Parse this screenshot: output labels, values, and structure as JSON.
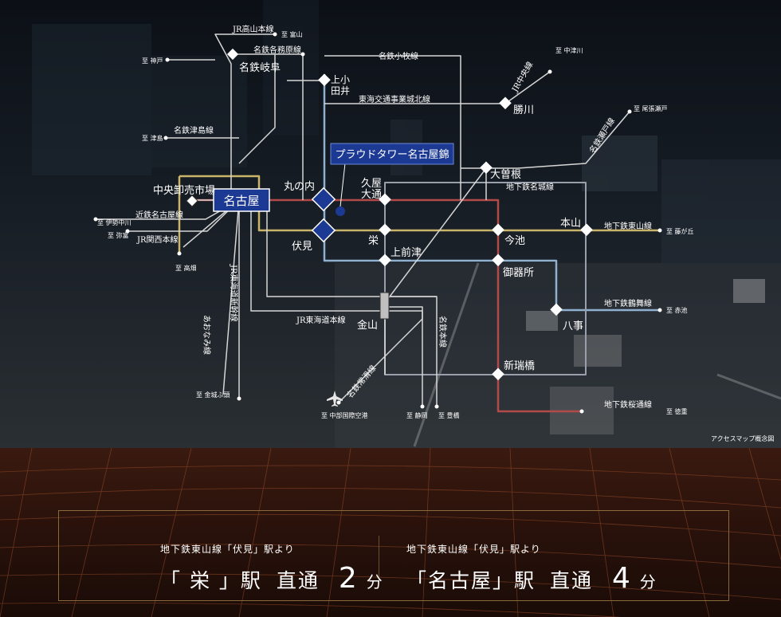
{
  "map": {
    "stations_major": [
      "名古屋",
      "丸の内",
      "伏見",
      "金山"
    ],
    "stations": [
      "中央卸売市場",
      "久屋大通",
      "栄",
      "上前津",
      "今池",
      "本山",
      "御器所",
      "八事",
      "新瑞橋",
      "大曽根",
      "勝川",
      "上小田井",
      "名鉄岐阜"
    ],
    "station_labels": {
      "chuo": "中央卸売市場",
      "nagoya": "名古屋",
      "marunouchi": "丸の内",
      "fushimi": "伏見",
      "hisaya_1": "久屋",
      "hisaya_2": "大通",
      "sakae": "栄",
      "kamimaezu": "上前津",
      "kanayama": "金山",
      "ozone": "大曽根",
      "imaike": "今池",
      "motoyama": "本山",
      "gokiso": "御器所",
      "yagoto": "八事",
      "aratama": "新瑞橋",
      "kachigawa": "勝川",
      "kamiotai_1": "上小",
      "kamiotai_2": "田井",
      "gifu": "名鉄岐阜"
    },
    "line_labels": {
      "jr_takayama": "JR高山本線",
      "meitetsu_kakamigahara": "名鉄各務原線",
      "meitetsu_komaki": "名鉄小牧線",
      "jr_chuo": "JR中央線",
      "kotsu_johoku": "東海交通事業城北線",
      "meitetsu_tsushima": "名鉄津島線",
      "meitetsu_seto": "名鉄瀬戸線",
      "subway_meijo": "地下鉄名城線",
      "kintetsu": "近鉄名古屋線",
      "jr_kansai": "JR関西本線",
      "subway_higashiyama": "地下鉄東山線",
      "subway_tsurumai": "地下鉄鶴舞線",
      "subway_sakuradori": "地下鉄桜通線",
      "jr_shinkansen": "JR東海道新幹線",
      "jr_tokaido": "JR東海道本線",
      "aonami": "あおなみ線",
      "meitetsu_honsen": "名鉄本線",
      "meitetsu_tokoname": "名鉄常滑線"
    },
    "destinations": {
      "toyama": "至 富山",
      "kobe": "至 神戸",
      "tsushima": "至 津島",
      "nakatsugawa": "至 中津川",
      "owariseto": "至 尾張瀬戸",
      "iseнakagawa": "至 伊勢中川",
      "yatomi": "至 弥富",
      "takabata": "至 高畑",
      "fujigaoka": "至 藤が丘",
      "akaike": "至 赤池",
      "tokushige": "至 徳重",
      "kinjofuto": "至 金城ふ頭",
      "chubu_airport": "至 中部国際空港",
      "shizuoka": "至 静岡",
      "toyohashi": "至 豊橋"
    },
    "highlight_label": "プラウドタワー名古屋錦",
    "caption": "アクセスマップ概念図",
    "colors": {
      "higashiyama": "#c9b46a",
      "sakuradori": "#b24a4a",
      "tsurumai": "#8fb0cf",
      "meijo": "#9aa0ab",
      "jr": "#d6d6d6",
      "highlight": "#1c3a94"
    }
  },
  "access": [
    {
      "from": "地下鉄東山線「伏見」駅より",
      "station": "「 栄 」駅",
      "mode": "直通",
      "minutes": "2",
      "unit": "分"
    },
    {
      "from": "地下鉄東山線「伏見」駅より",
      "station": "「名古屋」駅",
      "mode": "直通",
      "minutes": "4",
      "unit": "分"
    }
  ]
}
